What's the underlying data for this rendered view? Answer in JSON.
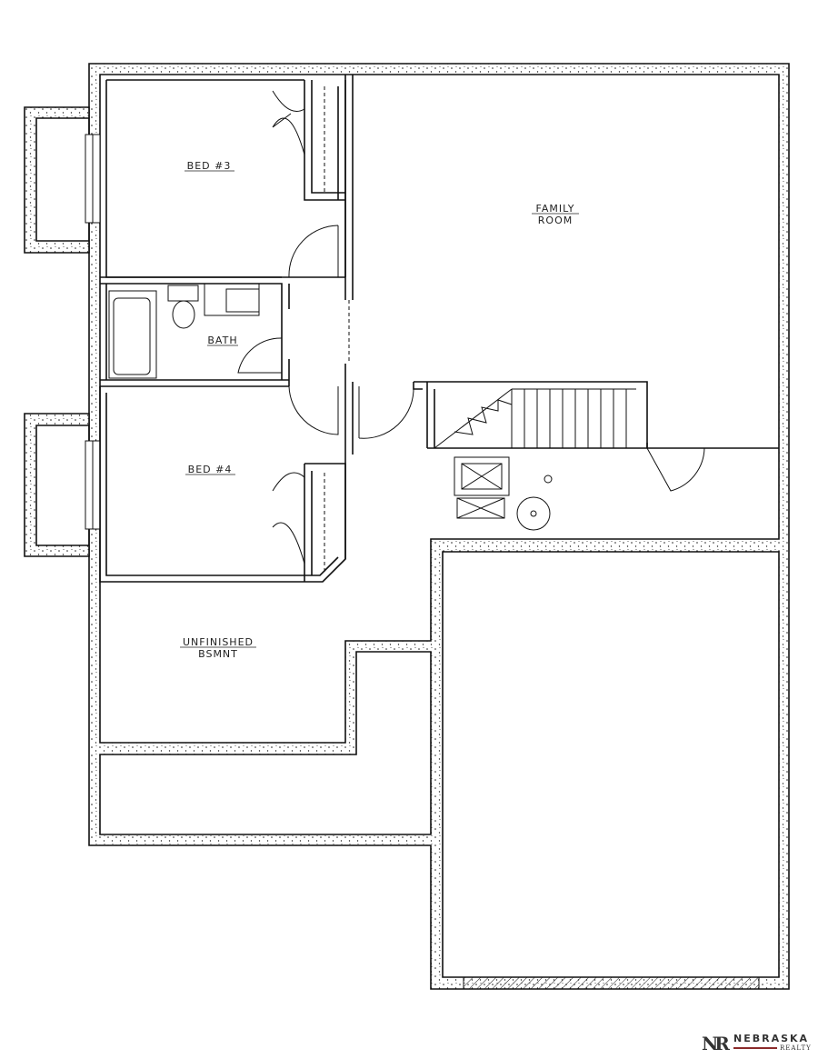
{
  "rooms": {
    "bed3": "BED #3",
    "family_line1": "FAMILY",
    "family_line2": "ROOM",
    "bath": "BATH",
    "bed4": "BED #4",
    "unfinished_line1": "UNFINISHED",
    "unfinished_line2": "BSMNT"
  },
  "logo": {
    "mark": "NR",
    "name": "NEBRASKA",
    "sub": "REALTY",
    "accent": "#8b2a2a"
  }
}
